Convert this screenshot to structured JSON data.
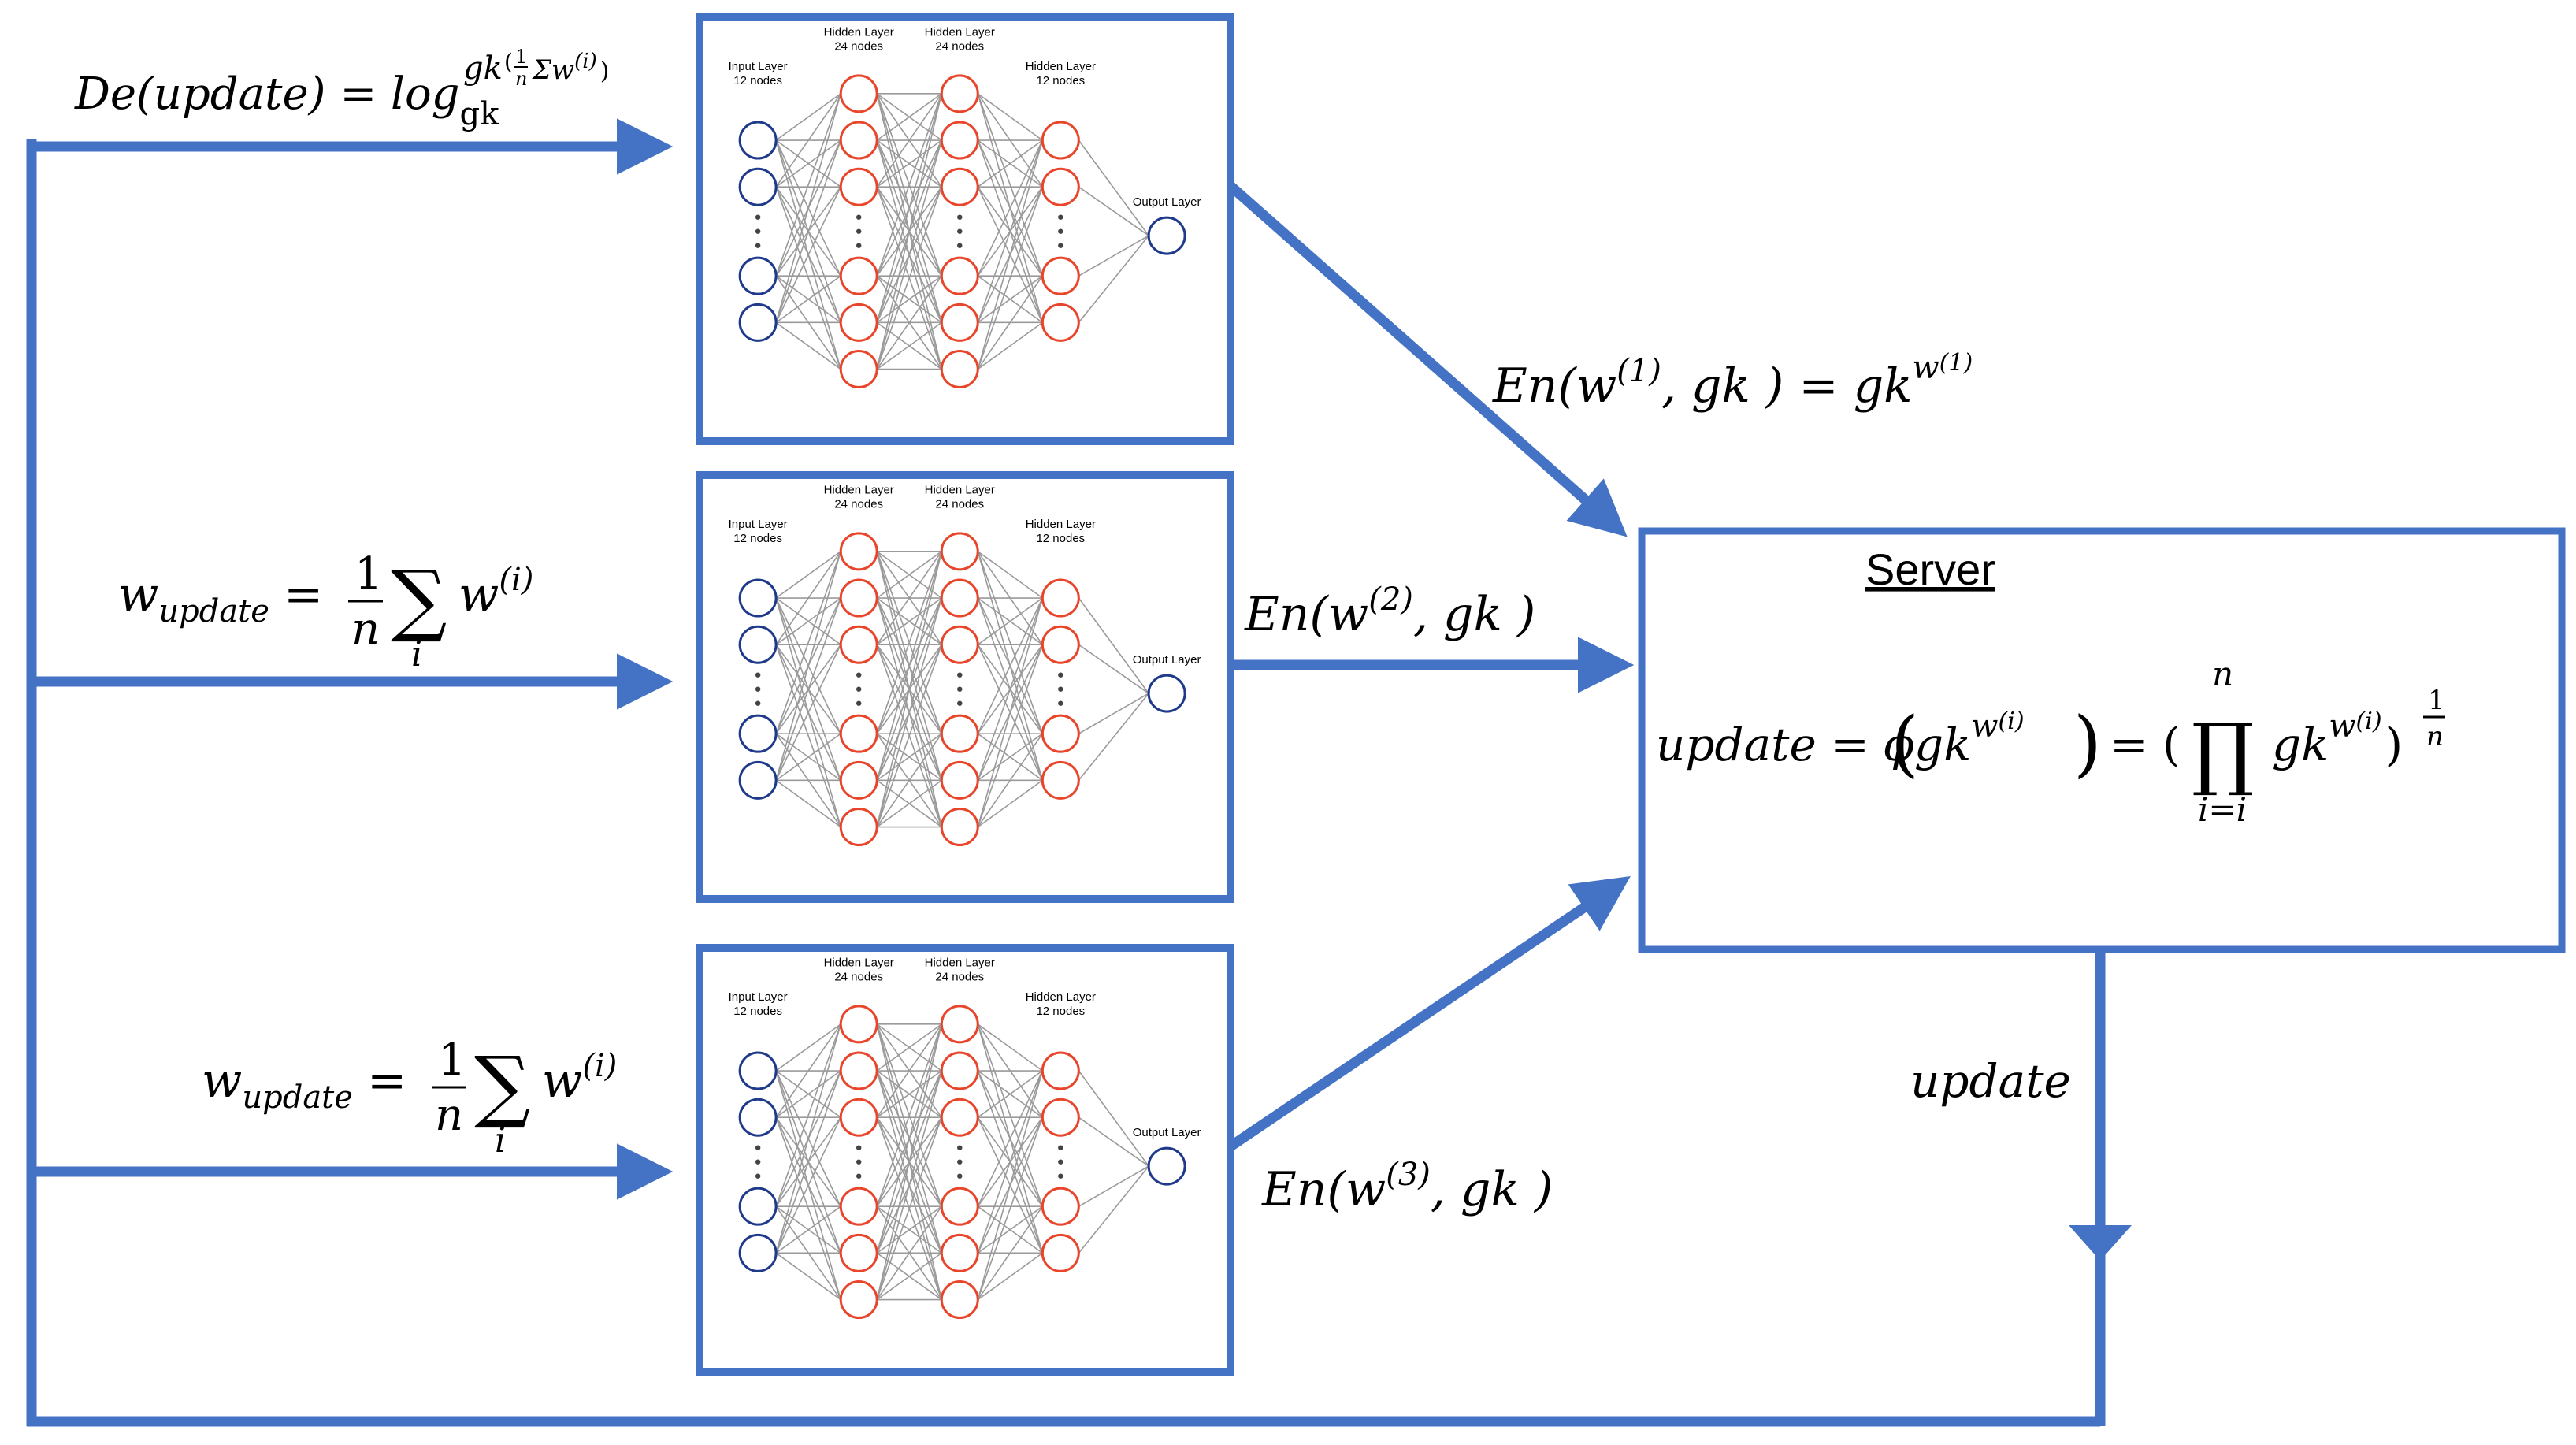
{
  "colors": {
    "flow": "#4472C4",
    "node_input": "#1F3A8A",
    "node_hidden": "#E8452A",
    "edge": "#9A9A9A"
  },
  "networks": {
    "input_title": "Input Layer",
    "input_count": "12 nodes",
    "hidden1_title": "Hidden Layer",
    "hidden1_count": "24 nodes",
    "hidden2_title": "Hidden Layer",
    "hidden2_count": "24 nodes",
    "hidden3_title": "Hidden Layer",
    "hidden3_count": "12 nodes",
    "output_title": "Output Layer"
  },
  "server": {
    "title": "Server"
  },
  "formulas": {
    "decrypt": {
      "lhs": "De(update) = log",
      "base": "gk",
      "exp_head": "gk",
      "exp_frac_num": "1",
      "exp_frac_den": "n",
      "exp_sum": "Σw",
      "exp_sup": "(i)",
      "exp_close": ")"
    },
    "avg_1": {
      "lhs": "w",
      "sub": "update",
      "eq": "=",
      "frac_num": "1",
      "frac_den": "n",
      "sigma": "∑",
      "sigma_sub": "i",
      "term": "w",
      "term_sup": "(i)"
    },
    "avg_2": {
      "lhs": "w",
      "sub": "update",
      "eq": "=",
      "frac_num": "1",
      "frac_den": "n",
      "sigma": "∑",
      "sigma_sub": "i",
      "term": "w",
      "term_sup": "(i)"
    },
    "en1": {
      "text": "En(w",
      "sup": "(1)",
      "mid": ", gk   ) = gk",
      "sup2": "w",
      "sup2b": "(1)"
    },
    "en2": {
      "text": "En(w",
      "sup": "(2)",
      "mid": ", gk   )"
    },
    "en3": {
      "text": "En(w",
      "sup": "(3)",
      "mid": ", gk   )"
    },
    "server_update": {
      "lhs": "update = ϕ",
      "lparen": "(",
      "gk": "gk",
      "gk_sup": "w",
      "gk_sup2": "(i)",
      "rparen": ")",
      "eq": "= (",
      "prod": "∏",
      "prod_top": "n",
      "prod_bottom": "i=i",
      "term": "gk",
      "term_sup": "w",
      "term_sup2": "(i)",
      "close": ")",
      "pow_num": "1",
      "pow_den": "n"
    },
    "update_label": "update"
  }
}
